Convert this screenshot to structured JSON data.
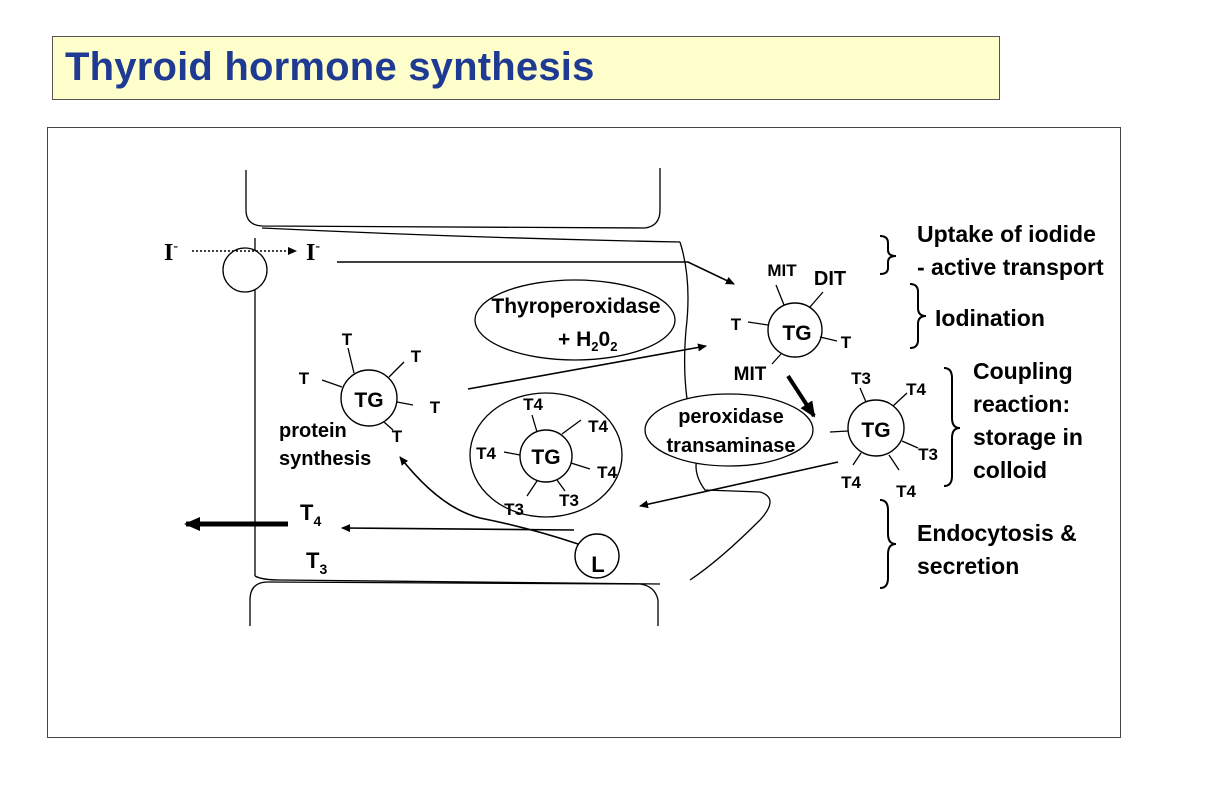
{
  "title": "Thyroid hormone synthesis",
  "iodide": {
    "base": "I",
    "charge": "-"
  },
  "enzyme1": {
    "name": "Thyroperoxidase",
    "plus": "+ H",
    "sub1": "2",
    "o": "0",
    "sub2": "2"
  },
  "enzyme2": {
    "line1": "peroxidase",
    "line2": "transaminase"
  },
  "protein_synthesis": {
    "line1": "protein",
    "line2": "synthesis"
  },
  "tg": "TG",
  "t": "T",
  "mit": "MIT",
  "dit": "DIT",
  "t3": "T3",
  "t4": "T4",
  "lysosome": "L",
  "secreted": {
    "t_base": "T",
    "t4_sub": "4",
    "t3_sub": "3"
  },
  "steps": {
    "uptake": {
      "line1": "Uptake of iodide",
      "line2": "- active transport",
      "color": "#2e7d1f"
    },
    "iodination": {
      "line1": "Iodination",
      "color": "#e02ce0"
    },
    "coupling": {
      "line1": "Coupling",
      "line2": "reaction:",
      "line3": "storage in",
      "line4": "colloid",
      "color": "#1a1ae6"
    },
    "endocytosis": {
      "line1": "Endocytosis &",
      "line2": "secretion",
      "color": "#7a1212"
    }
  }
}
